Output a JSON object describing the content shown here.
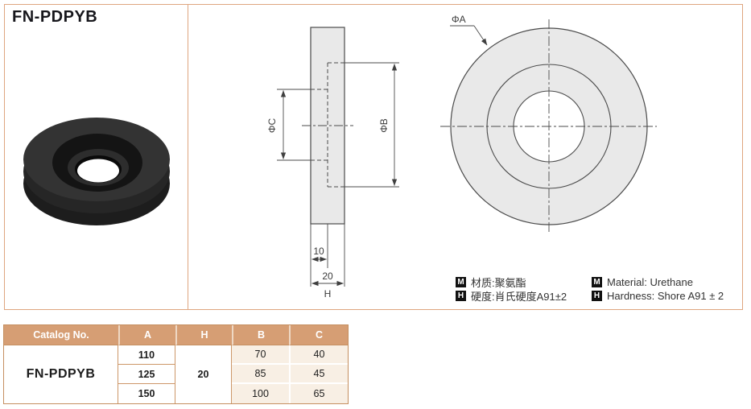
{
  "page": {
    "title": "FN-PDPYB"
  },
  "drawing": {
    "label_phi_a": "ΦA",
    "label_phi_b": "ΦB",
    "label_phi_c": "ΦC",
    "dim_counterbore_depth": "10",
    "dim_thickness": "20",
    "dim_thickness_letter": "H"
  },
  "notes": {
    "material_badge": "M",
    "hardness_badge": "H",
    "material_cn": "材质:聚氨酯",
    "hardness_cn": "硬度:肖氏硬度A91±2",
    "material_en": "Material: Urethane",
    "hardness_en": "Hardness: Shore A91 ± 2"
  },
  "table": {
    "headers": [
      "Catalog No.",
      "A",
      "H",
      "B",
      "C"
    ],
    "catalog_no": "FN-PDPYB",
    "h_value": "20",
    "rows": [
      {
        "a": "110",
        "b": "70",
        "c": "40"
      },
      {
        "a": "125",
        "b": "85",
        "c": "45"
      },
      {
        "a": "150",
        "b": "100",
        "c": "65"
      }
    ]
  },
  "colors": {
    "accent_border": "#DFA57F",
    "table_header_bg": "#D69E74",
    "table_cream_cell": "#F8EFE4",
    "table_border": "#CD9769",
    "drawing_fill": "#E9E9E9",
    "drawing_line": "#454545",
    "product_black": "#2E2E2E"
  }
}
